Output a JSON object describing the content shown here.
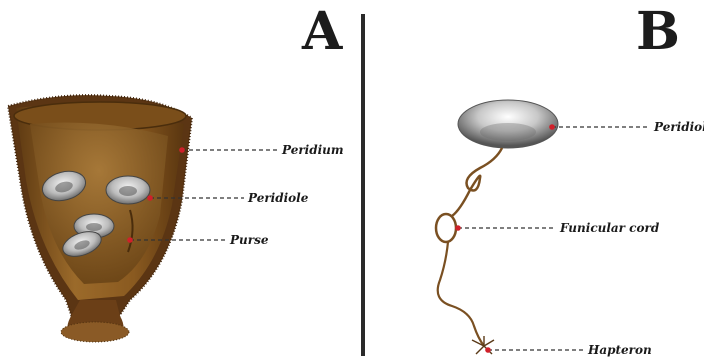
{
  "panels": {
    "a": {
      "letter": "A",
      "labels": {
        "peridium": "Peridium",
        "peridiole": "Peridiole",
        "purse": "Purse"
      }
    },
    "b": {
      "letter": "B",
      "labels": {
        "peridiole": "Peridiole",
        "funicular_cord": "Funicular cord",
        "hapteron": "Hapteron"
      }
    }
  },
  "colors": {
    "divider": "#2a2a2a",
    "leader_line": "#333333",
    "marker_dot": "#d0202a",
    "cup_brown": "#8a5a1e",
    "hair_brown": "#6b3f17",
    "peridiole_gray": "#9a9a9a"
  }
}
